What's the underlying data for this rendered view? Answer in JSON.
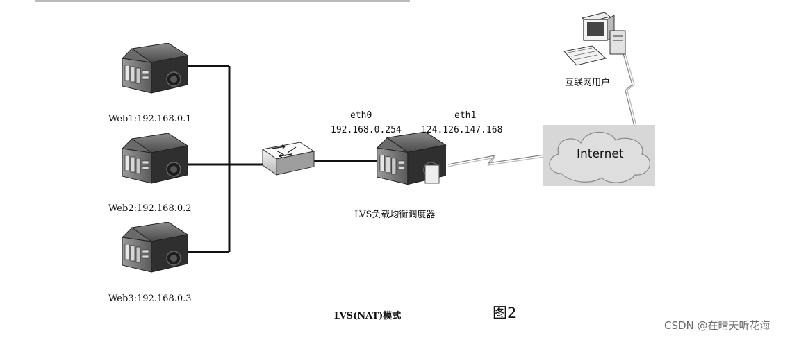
{
  "servers": [
    {
      "label": "Web1:192.168.0.1"
    },
    {
      "label": "Web2:192.168.0.2"
    },
    {
      "label": "Web3:192.168.0.3"
    }
  ],
  "director": {
    "label": "LVS负载均衡调度器",
    "eth0_name": "eth0",
    "eth0_ip": "192.168.0.254",
    "eth1_name": "eth1",
    "eth1_ip": "124.126.147.168"
  },
  "internet": {
    "label": "Internet"
  },
  "user": {
    "label": "互联网用户"
  },
  "caption": {
    "mode": "LVS(NAT)模式",
    "figure": "图2"
  },
  "watermark": "CSDN @在晴天听花海",
  "icons": [
    "server-icon",
    "switch-icon",
    "cloud-icon",
    "computer-icon"
  ]
}
